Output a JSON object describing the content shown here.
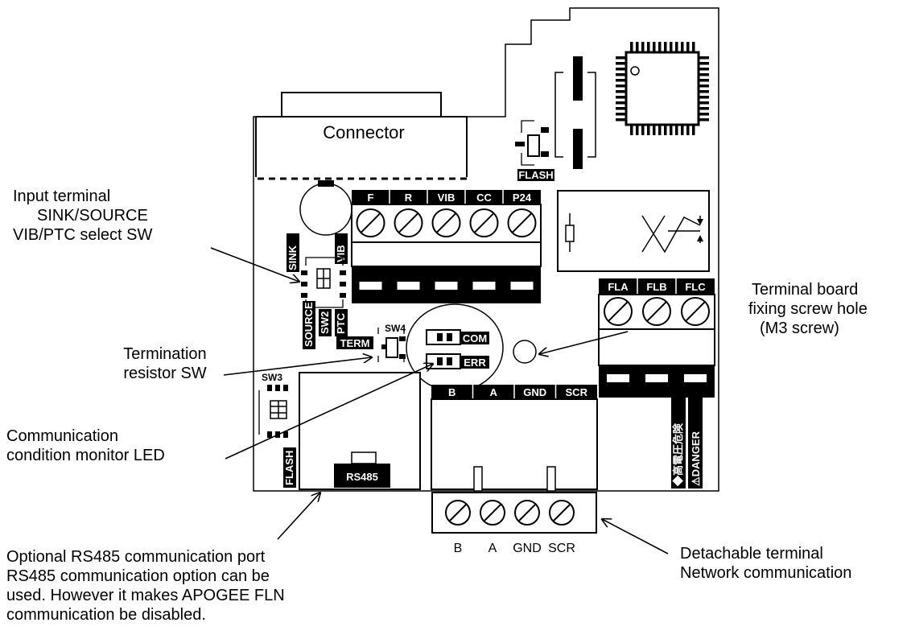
{
  "board": {
    "connector": "Connector",
    "flash_top": "FLASH",
    "flash_left": "FLASH",
    "sink": "SINK",
    "vib": "VIB",
    "source": "SOURCE",
    "sw2": "SW2",
    "ptc": "PTC",
    "sw3": "SW3",
    "sw4": "SW4",
    "term": "TERM",
    "com": "COM",
    "err": "ERR",
    "rs485": "RS485",
    "danger_jp": "◆高電圧危険",
    "danger_en": "⚠DANGER",
    "terminals_top": [
      "F",
      "R",
      "VIB",
      "CC",
      "P24"
    ],
    "terminals_right": [
      "FLA",
      "FLB",
      "FLC"
    ],
    "terminals_network": [
      "B",
      "A",
      "GND",
      "SCR"
    ],
    "detachable_labels": [
      "B",
      "A",
      "GND",
      "SCR"
    ]
  },
  "callouts": {
    "input_terminal": [
      "Input terminal",
      "SINK/SOURCE",
      "VIB/PTC select SW"
    ],
    "termination": [
      "Termination",
      "resistor SW"
    ],
    "comm_led": [
      "Communication",
      "condition monitor LED"
    ],
    "screw_hole": [
      "Terminal board",
      "fixing screw hole",
      "(M3 screw)"
    ],
    "detachable": [
      "Detachable terminal",
      "Network communication"
    ],
    "rs485_port": [
      "Optional RS485 communication port",
      "RS485 communication option can be",
      "used. However it makes APOGEE FLN",
      "communication be disabled."
    ]
  }
}
